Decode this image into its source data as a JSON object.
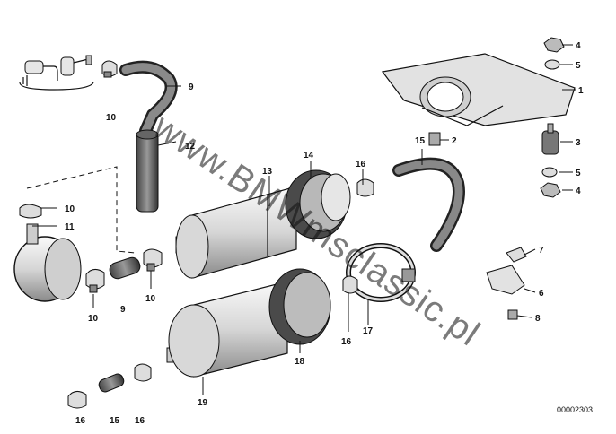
{
  "diagram": {
    "watermark": "www.BMWmsclassic.pl",
    "doc_id": "00002303",
    "callouts": {
      "c1": "1",
      "c2": "2",
      "c3": "3",
      "c4a": "4",
      "c4b": "4",
      "c5a": "5",
      "c5b": "5",
      "c6": "6",
      "c7": "7",
      "c8": "8",
      "c9a": "9",
      "c9b": "9",
      "c10a": "10",
      "c10b": "10",
      "c10c": "10",
      "c10d": "10",
      "c11": "11",
      "c12": "12",
      "c13": "13",
      "c14": "14",
      "c15a": "15",
      "c15b": "15",
      "c16a": "16",
      "c16b": "16",
      "c16c": "16",
      "c16d": "16",
      "c17": "17",
      "c18": "18",
      "c19": "19"
    }
  }
}
